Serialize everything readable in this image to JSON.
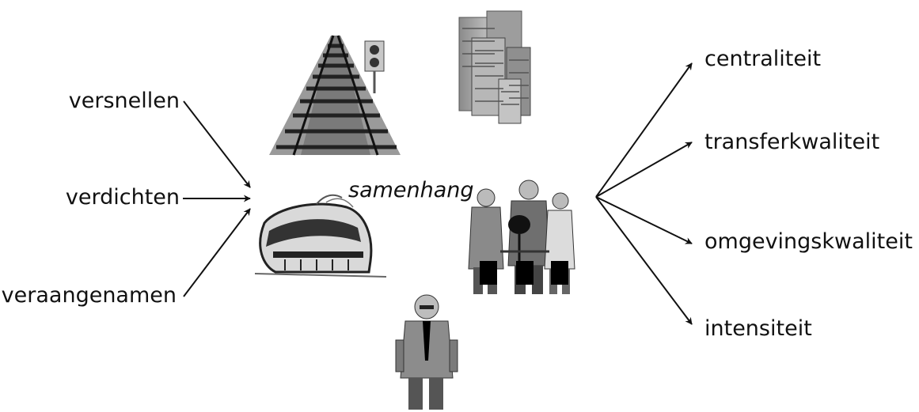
{
  "diagram": {
    "inputs": [
      "versnellen",
      "verdichten",
      "veraangenamen"
    ],
    "center_label": "samenhang",
    "outputs": [
      "centraliteit",
      "transferkwaliteit",
      "omgevingskwaliteit",
      "intensiteit"
    ],
    "illustrations": [
      "railway-track-icon",
      "office-buildings-icon",
      "train-icon",
      "business-people-icon",
      "businessman-icon"
    ]
  }
}
